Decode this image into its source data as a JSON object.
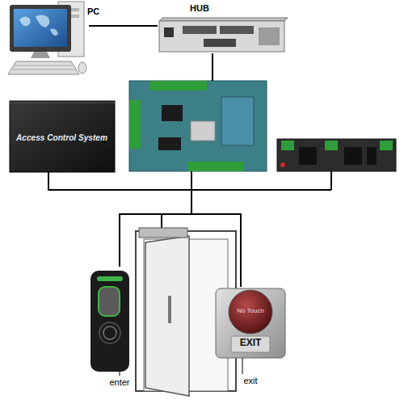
{
  "diagram": {
    "nodes": [
      {
        "text": [
          "PC"
        ]
      },
      {
        "text": [
          "HUB"
        ]
      },
      {
        "text": [
          "Access Control System"
        ]
      },
      {
        "text": [
          "enter"
        ]
      },
      {
        "text": [
          "No Touch",
          "EXIT",
          "exit"
        ]
      }
    ],
    "edges": [
      {
        "from": 0,
        "to": 1,
        "arrow": "none"
      },
      {
        "from": 2,
        "to": 3,
        "arrow": "none"
      },
      {
        "from": 2,
        "to": 4,
        "arrow": "none"
      }
    ]
  }
}
